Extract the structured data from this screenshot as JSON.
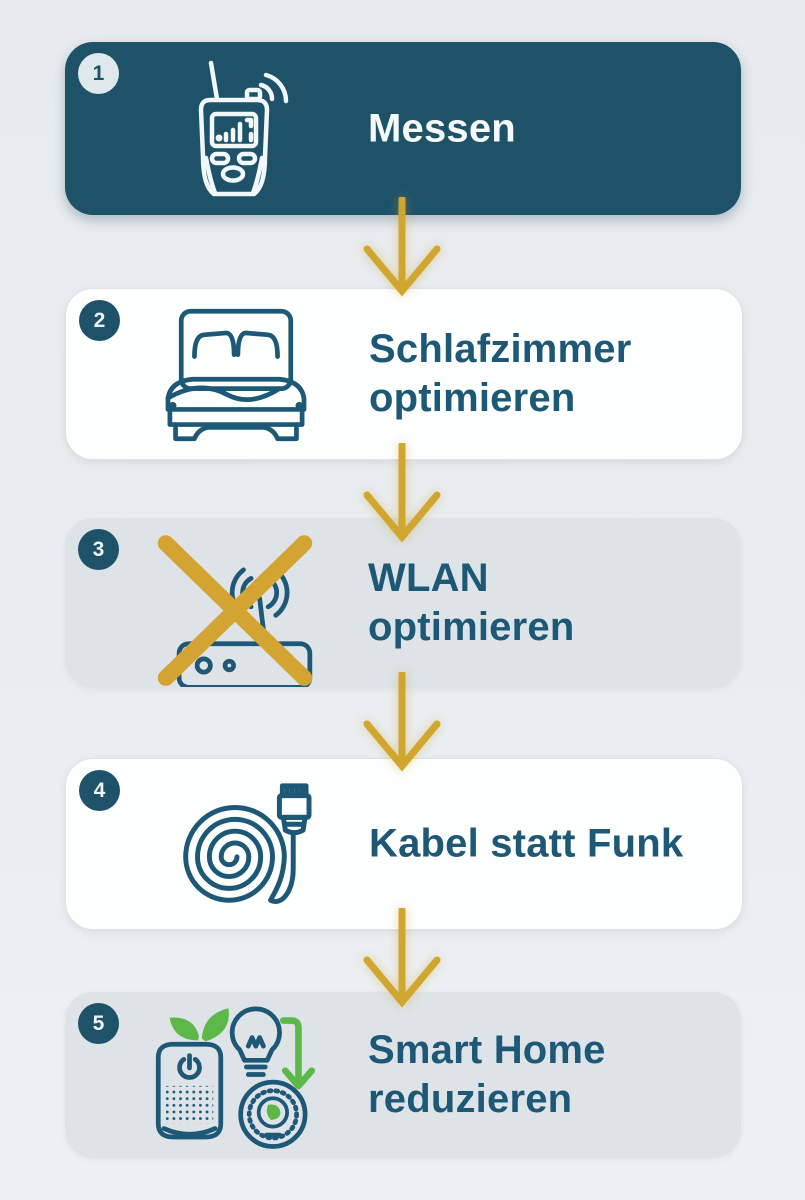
{
  "steps": [
    {
      "number": "1",
      "line1": "Messen",
      "line2": "",
      "icon": "rf-meter-icon"
    },
    {
      "number": "2",
      "line1": "Schlafzimmer",
      "line2": "optimieren",
      "icon": "bed-icon"
    },
    {
      "number": "3",
      "line1": "WLAN",
      "line2": "optimieren",
      "icon": "no-wifi-router-icon"
    },
    {
      "number": "4",
      "line1": "Kabel statt Funk",
      "line2": "",
      "icon": "ethernet-cable-icon"
    },
    {
      "number": "5",
      "line1": "Smart Home",
      "line2": "reduzieren",
      "icon": "smart-home-icon"
    }
  ],
  "colors": {
    "dark_teal": "#1d5268",
    "text_teal": "#1d5876",
    "gold": "#d0a62f",
    "green": "#6abf4b",
    "card_gray": "#dde3e7",
    "card_white": "#fdfefe",
    "background": "#e9edf0",
    "badge_light": "#dfe9ec"
  }
}
